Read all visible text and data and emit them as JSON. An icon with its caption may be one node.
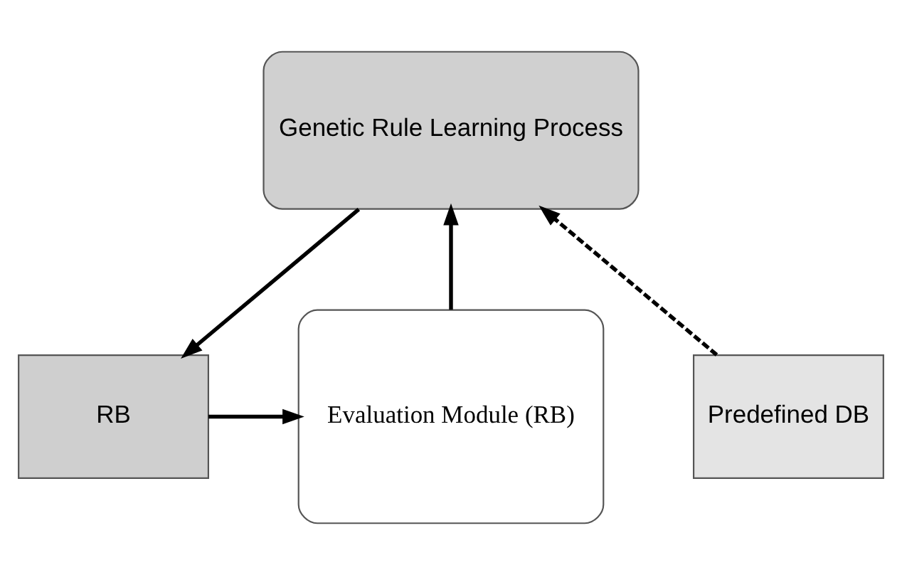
{
  "diagram": {
    "nodes": [
      {
        "text": [
          "Genetic Rule Learning Process"
        ]
      },
      {
        "text": [
          "Evaluation Module (RB)"
        ]
      },
      {
        "text": [
          "Predefined DB"
        ]
      },
      {
        "text": [
          "RB"
        ]
      }
    ],
    "edges": [
      {
        "from": 2,
        "to": 0,
        "arrow": "to",
        "style": "dashed"
      },
      {
        "from": 0,
        "to": 3,
        "arrow": "to"
      },
      {
        "from": 3,
        "to": 1,
        "arrow": "to"
      },
      {
        "from": 1,
        "to": 0,
        "arrow": "to"
      }
    ]
  }
}
